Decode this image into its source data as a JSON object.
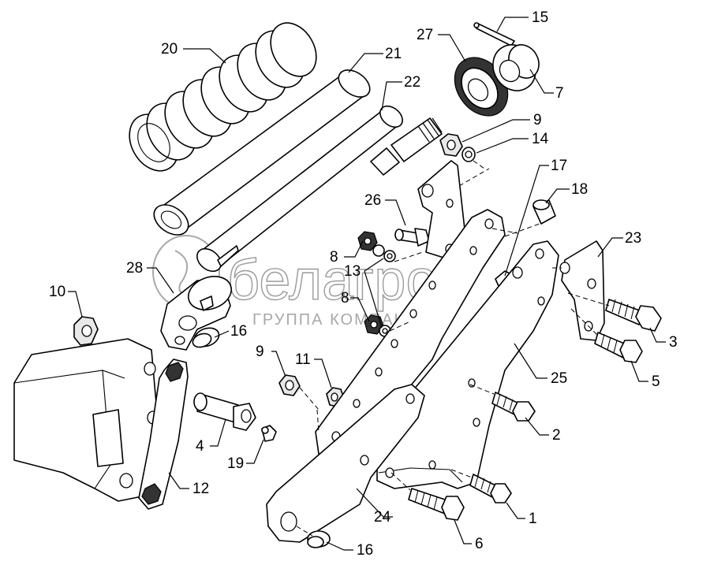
{
  "watermark": {
    "brand": "белагро",
    "subtitle": "ГРУППА КОМПАНИЙ"
  },
  "callouts": [
    {
      "id": "c20",
      "text": "20"
    },
    {
      "id": "c21",
      "text": "21"
    },
    {
      "id": "c22",
      "text": "22"
    },
    {
      "id": "c27",
      "text": "27"
    },
    {
      "id": "c15",
      "text": "15"
    },
    {
      "id": "c7",
      "text": "7"
    },
    {
      "id": "c9a",
      "text": "9"
    },
    {
      "id": "c14",
      "text": "14"
    },
    {
      "id": "c17",
      "text": "17"
    },
    {
      "id": "c18",
      "text": "18"
    },
    {
      "id": "c26",
      "text": "26"
    },
    {
      "id": "c23",
      "text": "23"
    },
    {
      "id": "c8a",
      "text": "8"
    },
    {
      "id": "c13",
      "text": "13"
    },
    {
      "id": "c8b",
      "text": "8"
    },
    {
      "id": "c28",
      "text": "28"
    },
    {
      "id": "c10",
      "text": "10"
    },
    {
      "id": "c16a",
      "text": "16"
    },
    {
      "id": "c9b",
      "text": "9"
    },
    {
      "id": "c11",
      "text": "11"
    },
    {
      "id": "c3",
      "text": "3"
    },
    {
      "id": "c5",
      "text": "5"
    },
    {
      "id": "c25",
      "text": "25"
    },
    {
      "id": "c2",
      "text": "2"
    },
    {
      "id": "c4",
      "text": "4"
    },
    {
      "id": "c19",
      "text": "19"
    },
    {
      "id": "c12",
      "text": "12"
    },
    {
      "id": "c1",
      "text": "1"
    },
    {
      "id": "c24",
      "text": "24"
    },
    {
      "id": "c6",
      "text": "6"
    },
    {
      "id": "c16b",
      "text": "16"
    }
  ]
}
